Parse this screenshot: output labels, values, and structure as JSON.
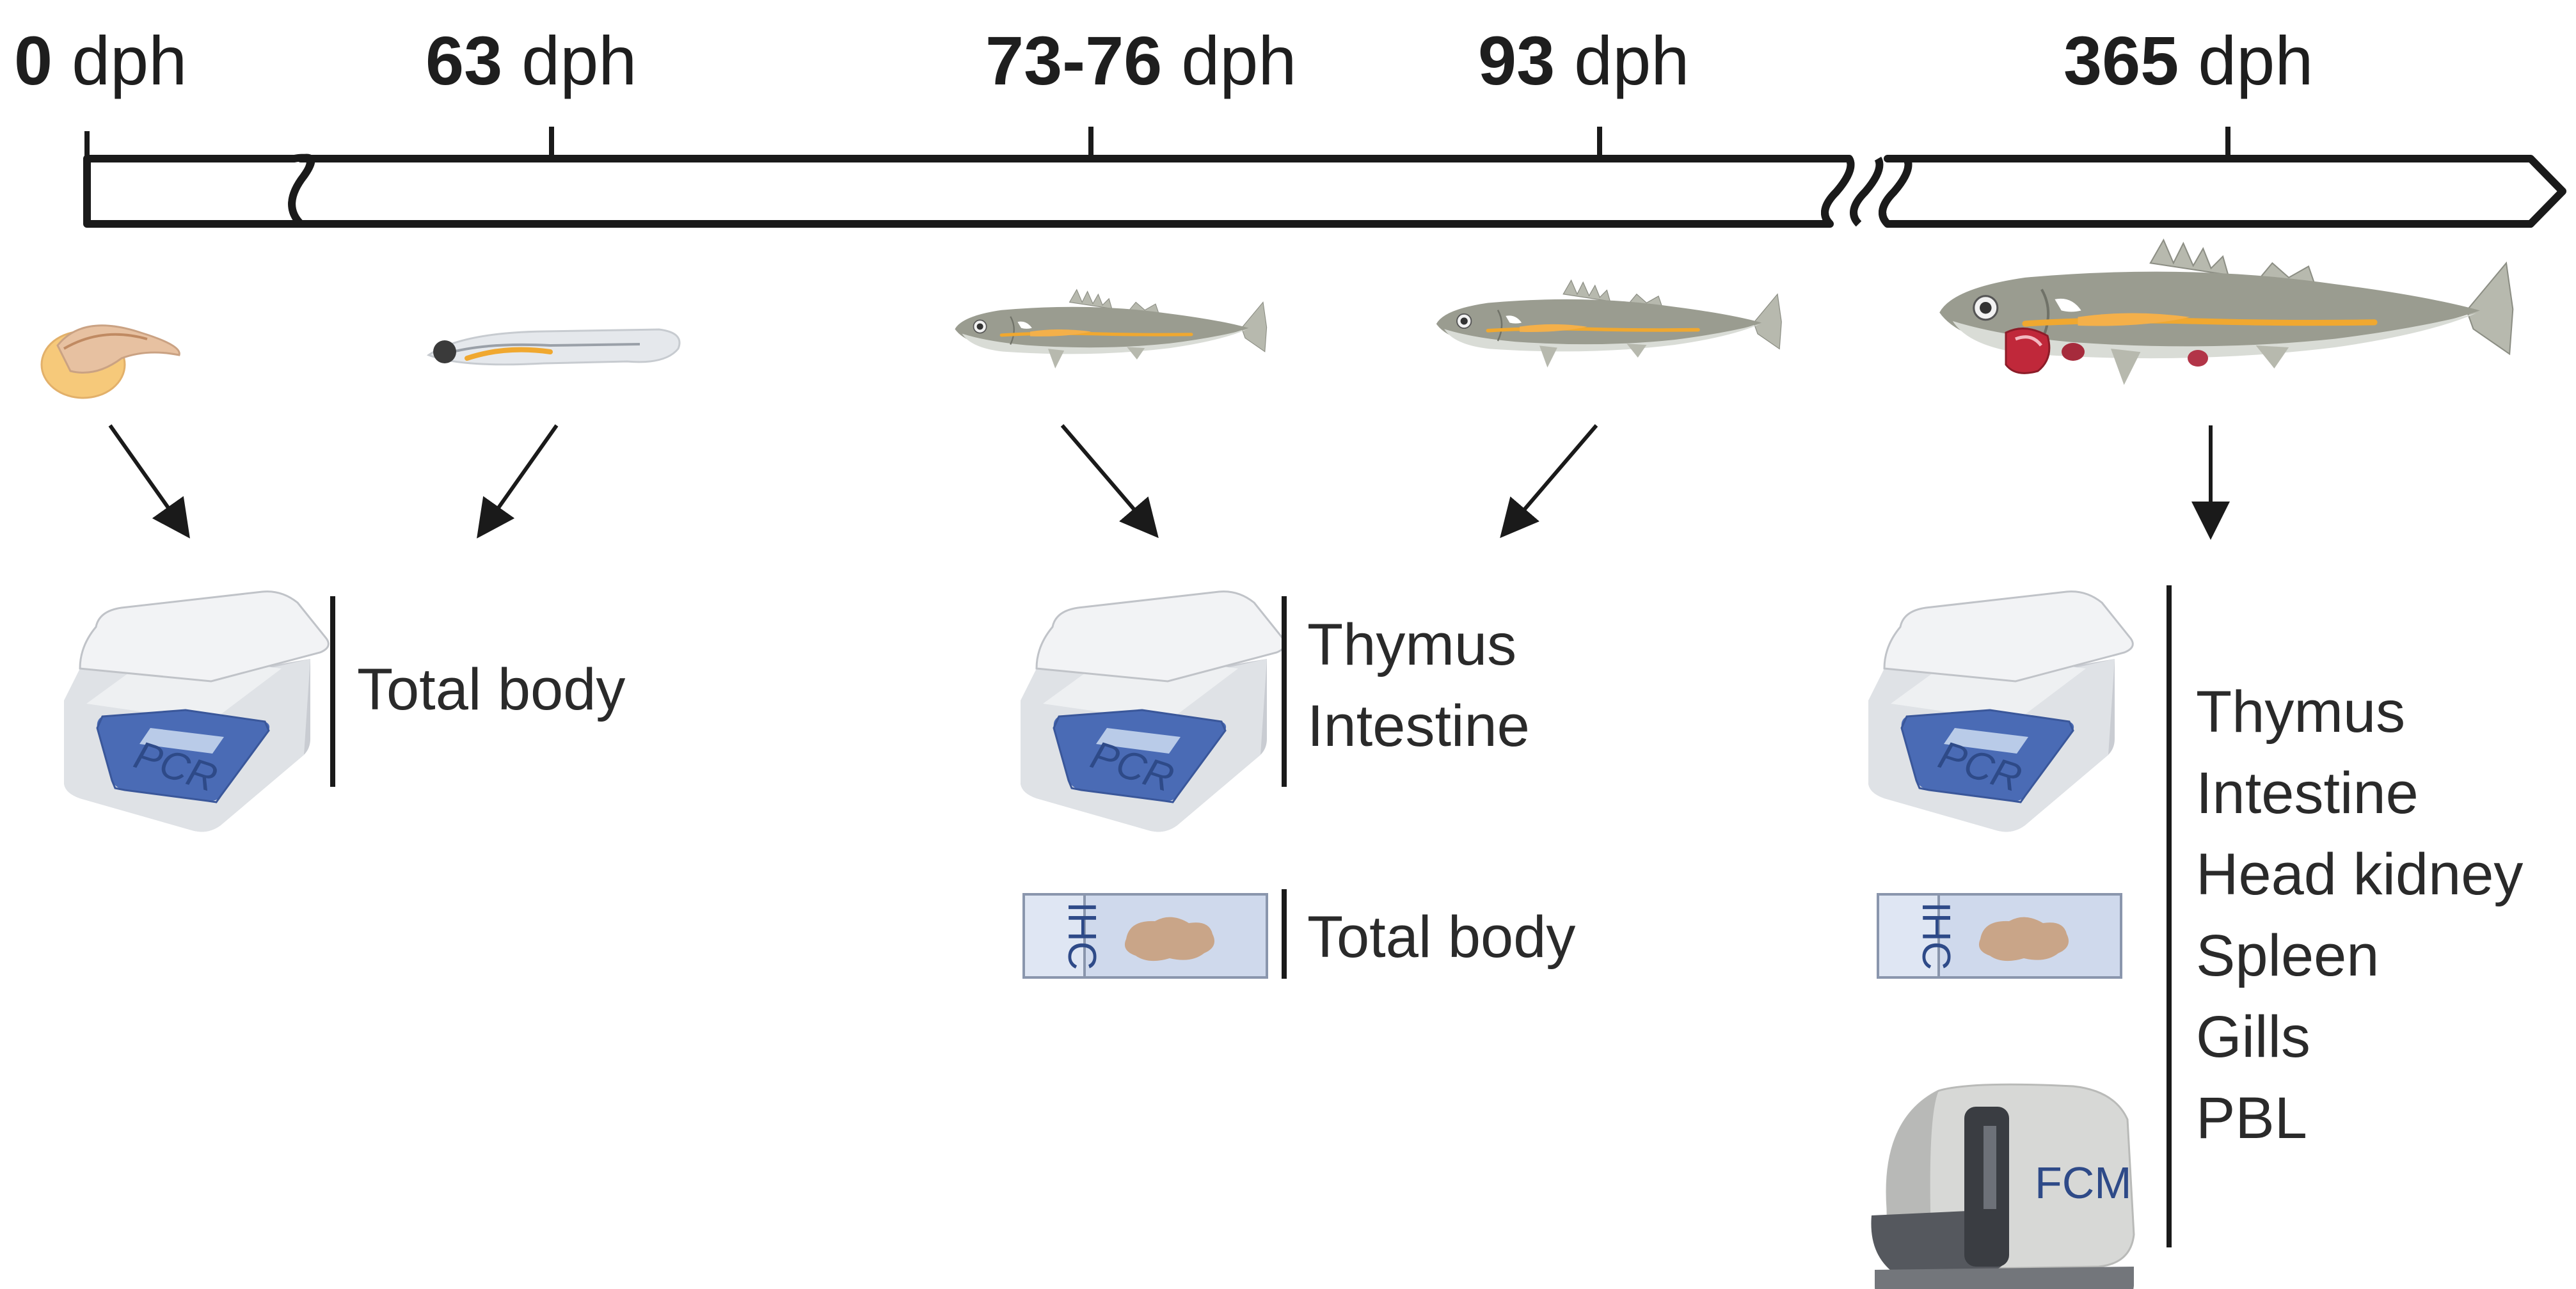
{
  "timeline": {
    "points": [
      {
        "id": "t0",
        "value": "0",
        "unit": " dph"
      },
      {
        "id": "t63",
        "value": "63",
        "unit": " dph"
      },
      {
        "id": "t73",
        "value": "73-76",
        "unit": " dph"
      },
      {
        "id": "t93",
        "value": "93",
        "unit": " dph"
      },
      {
        "id": "t365",
        "value": "365",
        "unit": " dph"
      }
    ]
  },
  "devices": {
    "pcr_label": "PCR",
    "ihc_label": "IHC",
    "fcm_label": "FCM"
  },
  "groups": {
    "early": {
      "pcr_tissues": [
        "Total body"
      ]
    },
    "mid": {
      "pcr_tissues": [
        "Thymus",
        "Intestine"
      ],
      "ihc_tissues": [
        "Total body"
      ]
    },
    "adult": {
      "tissues": [
        "Thymus",
        "Intestine",
        "Head kidney",
        "Spleen",
        "Gills",
        "PBL"
      ]
    }
  },
  "colors": {
    "line": "#1a1a1a",
    "fish_body": "#9a9c90",
    "fish_belly": "#d9dcd6",
    "gut": "#f0a830",
    "organ_red": "#c0283a",
    "pcr_screen": "#4a6bb5",
    "device_grey": "#d6d9de"
  }
}
